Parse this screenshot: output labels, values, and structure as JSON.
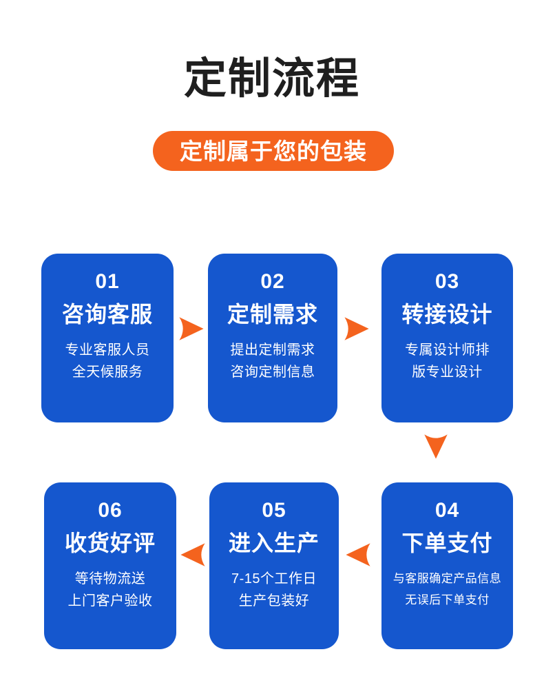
{
  "header": {
    "title": "定制流程",
    "subtitle": "定制属于您的包装"
  },
  "colors": {
    "card_blue": "#1557ce",
    "accent_orange": "#f4631e",
    "title_black": "#1f1f1f",
    "background": "#ffffff"
  },
  "steps": [
    {
      "number": "01",
      "title": "咨询客服",
      "desc_line1": "专业客服人员",
      "desc_line2": "全天候服务"
    },
    {
      "number": "02",
      "title": "定制需求",
      "desc_line1": "提出定制需求",
      "desc_line2": "咨询定制信息"
    },
    {
      "number": "03",
      "title": "转接设计",
      "desc_line1": "专属设计师排",
      "desc_line2": "版专业设计"
    },
    {
      "number": "04",
      "title": "下单支付",
      "desc_line1": "与客服确定产品信息",
      "desc_line2": "无误后下单支付"
    },
    {
      "number": "05",
      "title": "进入生产",
      "desc_line1": "7-15个工作日",
      "desc_line2": "生产包装好"
    },
    {
      "number": "06",
      "title": "收货好评",
      "desc_line1": "等待物流送",
      "desc_line2": "上门客户验收"
    }
  ],
  "arrows": [
    {
      "name": "arrow-step1-to-step2",
      "direction": "right"
    },
    {
      "name": "arrow-step2-to-step3",
      "direction": "right"
    },
    {
      "name": "arrow-step3-to-step4",
      "direction": "down"
    },
    {
      "name": "arrow-step4-to-step5",
      "direction": "left"
    },
    {
      "name": "arrow-step5-to-step6",
      "direction": "left"
    }
  ]
}
